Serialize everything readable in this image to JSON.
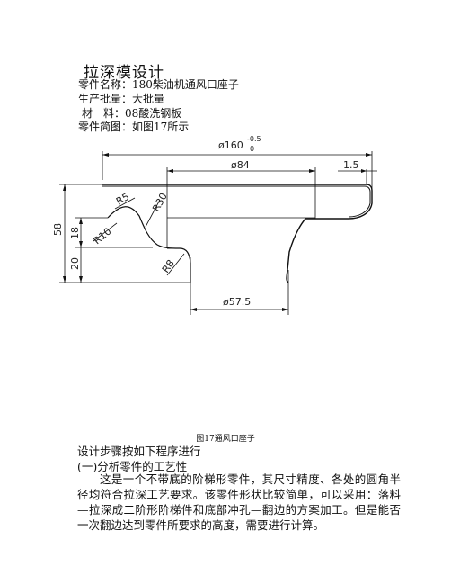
{
  "title": "拉深模设计",
  "meta": {
    "part_name_label": "零件名称：",
    "part_name": "180柴油机通风口座子",
    "batch_label": "生产批量：",
    "batch": "大批量",
    "material_label": "材　料：",
    "material": "08酸洗钢板",
    "drawing_label": "零件简图：",
    "drawing_ref": "如图17所示"
  },
  "dimensions": {
    "d160": "ø160",
    "d160_tol_upper": "-0.5",
    "d160_tol_lower": "0",
    "d84": "ø84",
    "d57": "ø57.5",
    "t": "1.5",
    "h58": "58",
    "h18": "18",
    "h20": "20",
    "r5": "R5",
    "r30": "R30",
    "r10": "R10",
    "r8": "R8"
  },
  "caption": "图17通风口座子",
  "sections": {
    "intro": "设计步骤按如下程序进行",
    "heading": "(一)分析零件的工艺性",
    "body": "这是一个不带底的阶梯形零件，其尺寸精度、各处的圆角半径均符合拉深工艺要求。该零件形状比较简单，可以采用：落料—拉深成二阶形阶梯件和底部冲孔—翻边的方案加工。但是能否一次翻边达到零件所要求的高度，需要进行计算。"
  }
}
